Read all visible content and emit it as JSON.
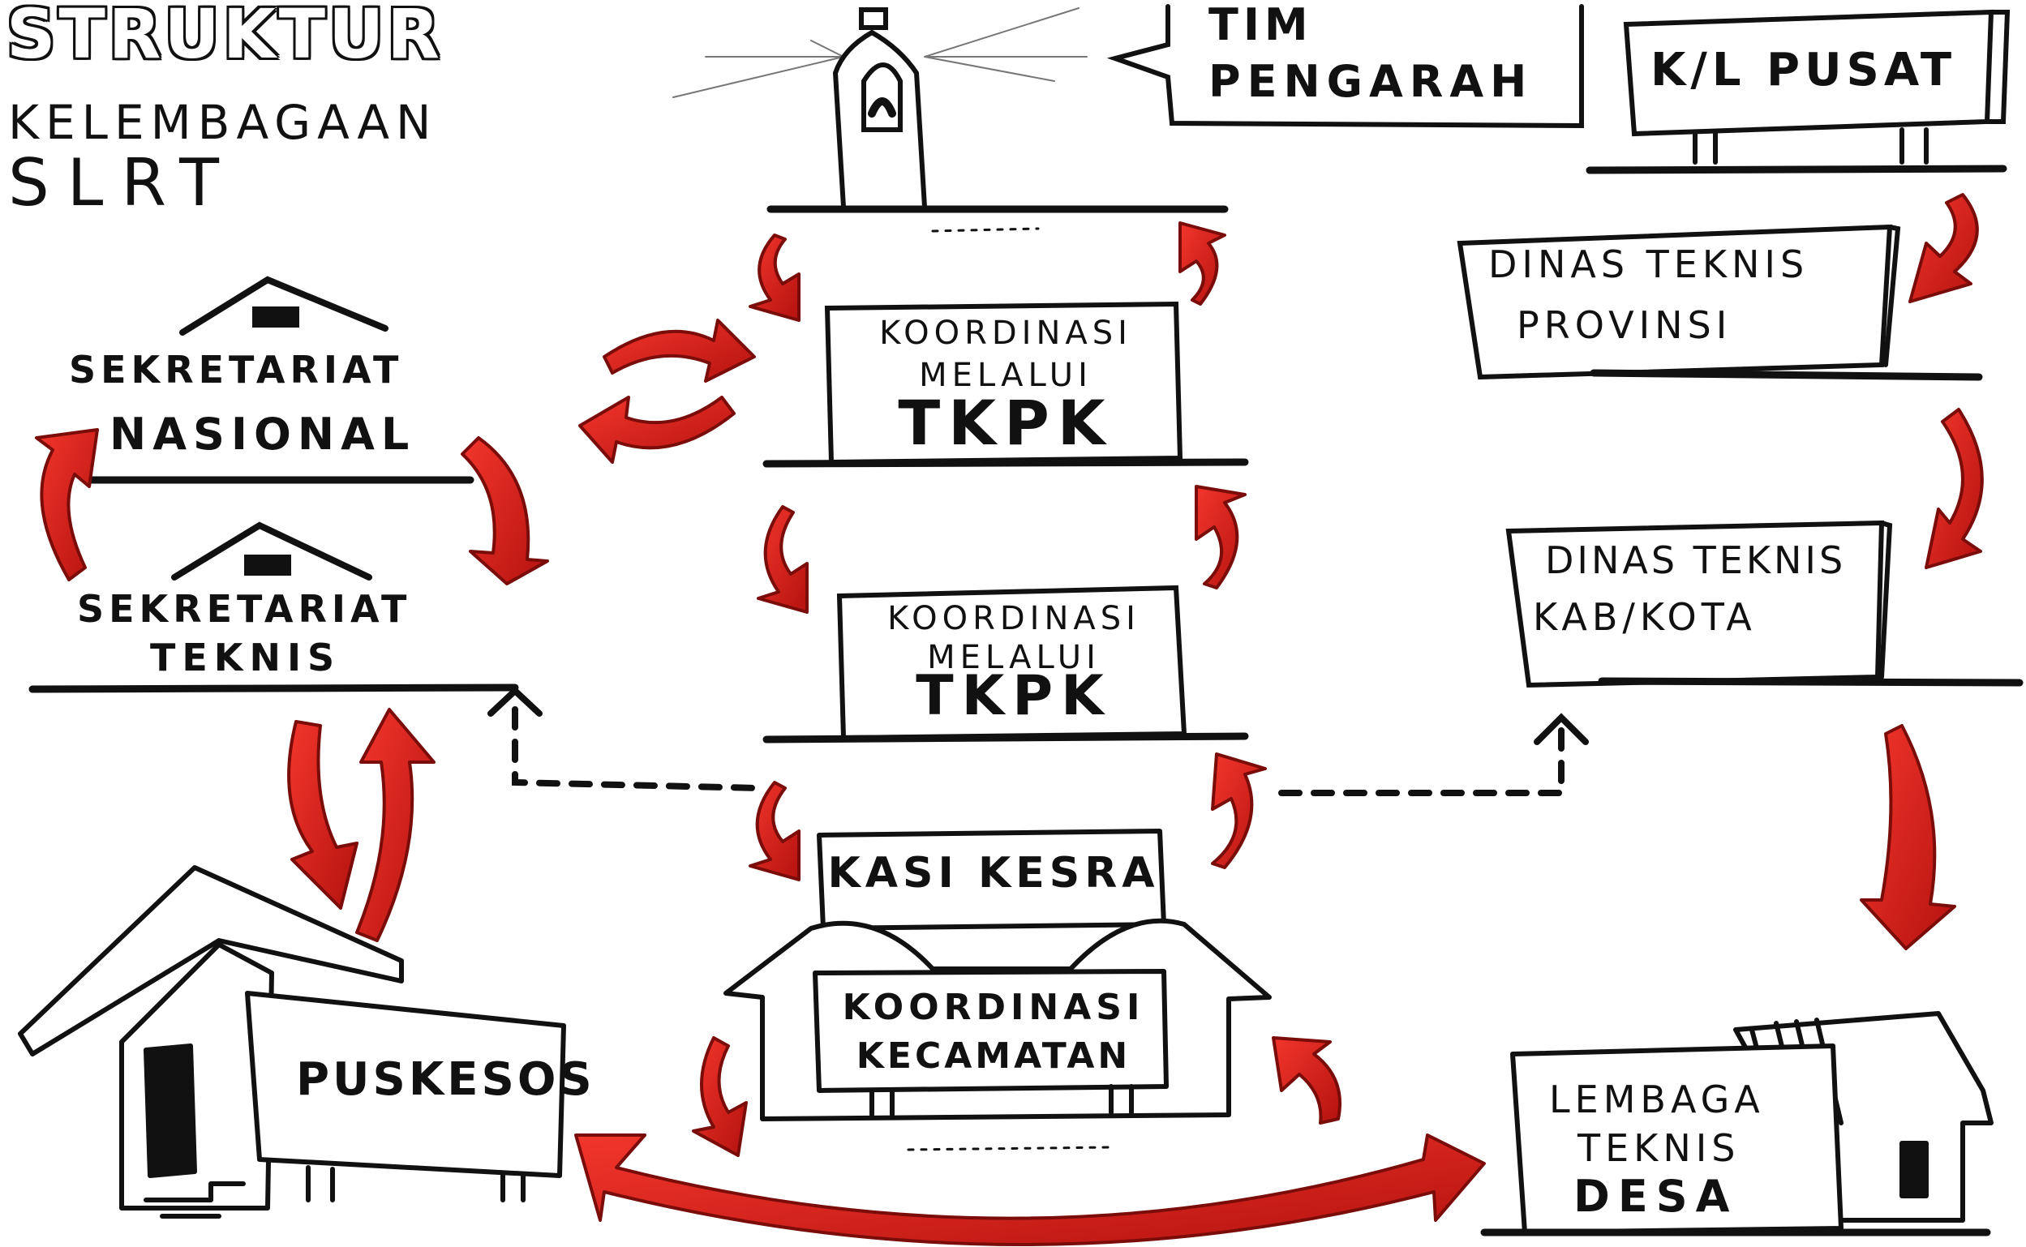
{
  "title": {
    "line1": "STRUKTUR",
    "line2": "KELEMBAGAAN",
    "line3": "SLRT"
  },
  "nodes": {
    "tim_pengarah": {
      "line1": "TIM",
      "line2": "PENGARAH"
    },
    "kl_pusat": "K/L PUSAT",
    "sekretariat_nasional": {
      "line1": "SEKRETARIAT",
      "line2": "NASIONAL"
    },
    "sekretariat_teknis": {
      "line1": "SEKRETARIAT",
      "line2": "TEKNIS"
    },
    "tkpk_provinsi": {
      "line1": "KOORDINASI",
      "line2": "MELALUI",
      "line3": "TKPK"
    },
    "tkpk_kabkota": {
      "line1": "KOORDINASI",
      "line2": "MELALUI",
      "line3": "TKPK"
    },
    "dinas_provinsi": {
      "line1": "DINAS TEKNIS",
      "line2": "PROVINSI"
    },
    "dinas_kabkota": {
      "line1": "DINAS TEKNIS",
      "line2": "KAB/KOTA"
    },
    "kasi_kesra": "KASI KESRA",
    "koordinasi_kecamatan": {
      "line1": "KOORDINASI",
      "line2": "KECAMATAN"
    },
    "puskesos": "PUSKESOS",
    "lembaga_desa": {
      "line1": "LEMBAGA",
      "line2": "TEKNIS",
      "line3": "DESA"
    }
  },
  "colors": {
    "arrow": "#e8201e",
    "arrow_dark": "#9c0f0d",
    "ink": "#111111",
    "paper": "#ffffff"
  },
  "icons": [
    "lighthouse-icon",
    "house-icon",
    "roof-icon",
    "arrow-icon"
  ]
}
